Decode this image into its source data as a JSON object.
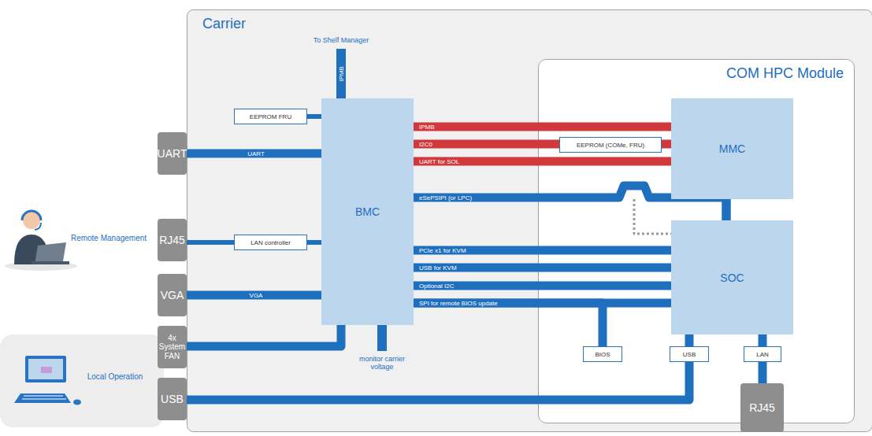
{
  "diagram": {
    "nodes": [
      {
        "text": [
          "Carrier"
        ]
      },
      {
        "text": [
          "EEPROM FRU"
        ],
        "in": 0
      },
      {
        "text": [
          "LAN controller"
        ],
        "in": 0
      },
      {
        "text": [
          "BMC"
        ],
        "in": 0
      },
      {
        "text": [
          "COM HPC Module"
        ],
        "in": 0
      },
      {
        "text": [
          "MMC"
        ],
        "in": 4
      },
      {
        "text": [
          "EEPROM (COMe, FRU)"
        ],
        "in": 4
      },
      {
        "text": [
          "SOC"
        ],
        "in": 4
      },
      {
        "text": [
          "BIOS"
        ],
        "in": 4
      },
      {
        "text": [
          "USB"
        ],
        "in": 4
      },
      {
        "text": [
          "LAN"
        ],
        "in": 4
      },
      {
        "text": [
          "UART"
        ]
      },
      {
        "text": [
          "RJ45"
        ]
      },
      {
        "text": [
          "VGA"
        ]
      },
      {
        "text": [
          "4x System FAN"
        ]
      },
      {
        "text": [
          "USB"
        ]
      },
      {
        "text": [
          "RJ45"
        ]
      }
    ],
    "edges": [
      {
        "from": 1,
        "to": 3,
        "arrow": "none"
      },
      {
        "from": 11,
        "to": 3,
        "label": "UART",
        "arrow": "none"
      },
      {
        "from": 12,
        "to": 2,
        "arrow": "none"
      },
      {
        "from": 2,
        "to": 3,
        "arrow": "none"
      },
      {
        "from": 13,
        "to": 3,
        "label": "VGA",
        "arrow": "none"
      },
      {
        "from": 14,
        "to": 3,
        "arrow": "none"
      },
      {
        "from": 3,
        "to": 5,
        "label": "IPMB",
        "arrow": "none"
      },
      {
        "from": 3,
        "to": 5,
        "label": "I2C0",
        "arrow": "none"
      },
      {
        "from": 3,
        "to": 5,
        "label": "UART for SOL",
        "arrow": "none"
      },
      {
        "from": 3,
        "to": 7,
        "label": "eSePSIPI (or LPC)",
        "arrow": "none"
      },
      {
        "from": 5,
        "to": 7,
        "arrow": "none"
      },
      {
        "from": 5,
        "to": 7,
        "arrow": "none"
      },
      {
        "from": 3,
        "to": 7,
        "label": "PCIe x1 for KVM",
        "arrow": "none"
      },
      {
        "from": 3,
        "to": 7,
        "label": "USB for KVM",
        "arrow": "none"
      },
      {
        "from": 3,
        "to": 7,
        "label": "Optional I2C",
        "arrow": "none"
      },
      {
        "from": 3,
        "to": 7,
        "label": "SPI for remote BIOS update",
        "arrow": "none"
      },
      {
        "from": 3,
        "to": 8,
        "arrow": "none"
      },
      {
        "from": 15,
        "to": 9,
        "arrow": "none"
      },
      {
        "from": 7,
        "to": 9,
        "arrow": "none"
      },
      {
        "from": 7,
        "to": 10,
        "arrow": "none"
      },
      {
        "from": 10,
        "to": 16,
        "arrow": "none"
      }
    ],
    "labels": [
      "To Shelf Manager",
      "IPMB",
      "monitor carrier voltage",
      "Remote Management",
      "Local Operation"
    ]
  }
}
